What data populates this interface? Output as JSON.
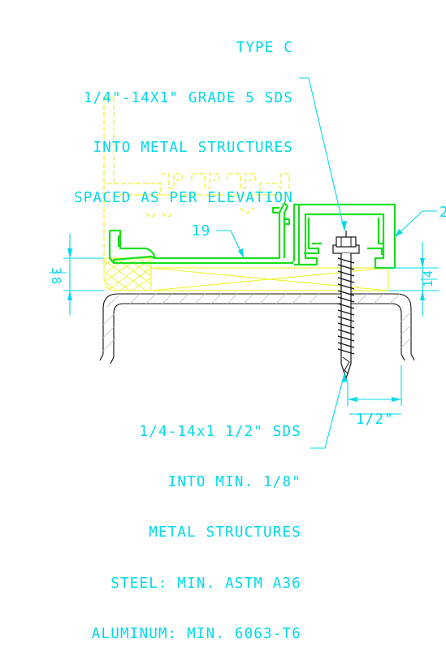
{
  "colors": {
    "background": "#ffffff",
    "cyan": "#00d8e8",
    "green": "#17e01c",
    "yellow": "#eef22a",
    "black": "#111111",
    "grey": "#c8c8c8"
  },
  "top_callout": {
    "line1": "TYPE C",
    "line2": "1/4\"-14X1\" GRADE 5 SDS",
    "line3": "INTO METAL STRUCTURES",
    "line4": "SPACED AS PER ELEVATION"
  },
  "bottom_callout": {
    "line1": "1/4-14x1 1/2\" SDS",
    "line2": "INTO MIN. 1/8\"",
    "line3": "METAL STRUCTURES",
    "line4": "STEEL: MIN. ASTM A36",
    "line5": "ALUMINUM: MIN. 6063-T6"
  },
  "labels": {
    "part_19": "19",
    "part_right": "2"
  },
  "dimensions": {
    "left_fraction_num": "3",
    "left_fraction_den": "8",
    "right_fraction_num": "1",
    "right_fraction_den": "4",
    "bottom": "1/2\""
  }
}
